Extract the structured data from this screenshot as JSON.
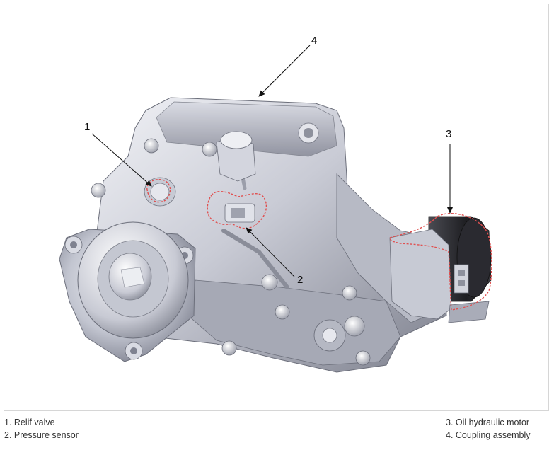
{
  "diagram": {
    "callouts": [
      {
        "number": "1"
      },
      {
        "number": "2"
      },
      {
        "number": "3"
      },
      {
        "number": "4"
      }
    ]
  },
  "legend": {
    "left": [
      "1. Relif valve",
      "2. Pressure sensor"
    ],
    "right": [
      "3. Oil hydraulic motor",
      "4. Coupling assembly"
    ]
  },
  "colors": {
    "highlight": "#e05050",
    "metal_light": "#e2e4ec",
    "metal_mid": "#b9bcc8",
    "metal_dark": "#6f7280",
    "motor_dark": "#1a1a1e"
  }
}
